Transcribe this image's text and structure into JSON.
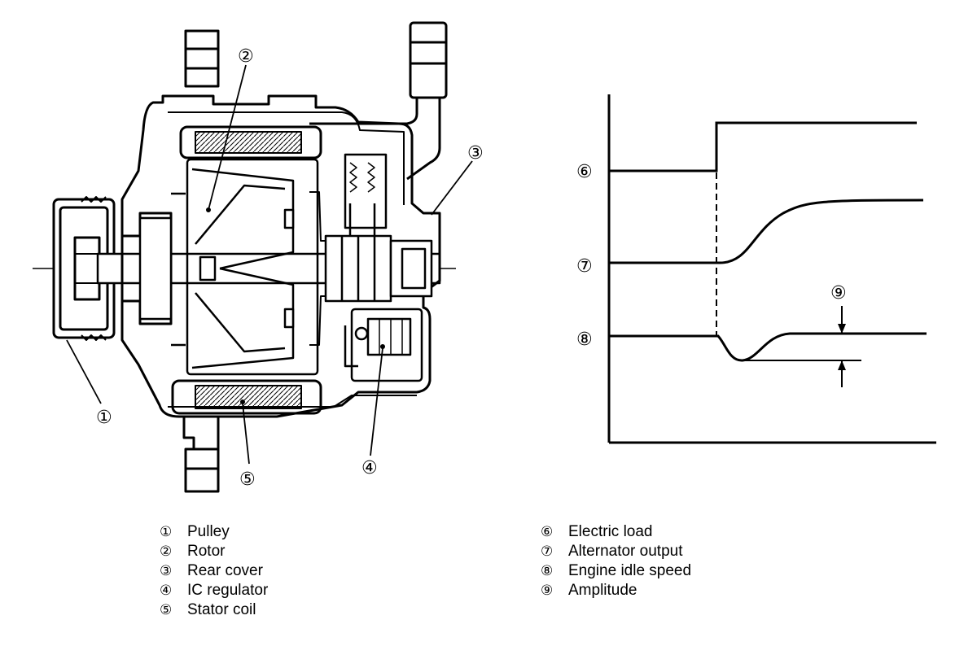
{
  "callouts": {
    "pulley": "①",
    "rotor": "②",
    "rear_cover": "③",
    "ic_regulator": "④",
    "stator_coil": "⑤",
    "electric_load": "⑥",
    "alternator_output": "⑦",
    "engine_idle_speed": "⑧",
    "amplitude": "⑨"
  },
  "legend_left": [
    {
      "num": "①",
      "label": "Pulley"
    },
    {
      "num": "②",
      "label": "Rotor"
    },
    {
      "num": "③",
      "label": "Rear cover"
    },
    {
      "num": "④",
      "label": "IC regulator"
    },
    {
      "num": "⑤",
      "label": "Stator coil"
    }
  ],
  "legend_right": [
    {
      "num": "⑥",
      "label": "Electric load"
    },
    {
      "num": "⑦",
      "label": "Alternator output"
    },
    {
      "num": "⑧",
      "label": "Engine idle speed"
    },
    {
      "num": "⑨",
      "label": "Amplitude"
    }
  ]
}
